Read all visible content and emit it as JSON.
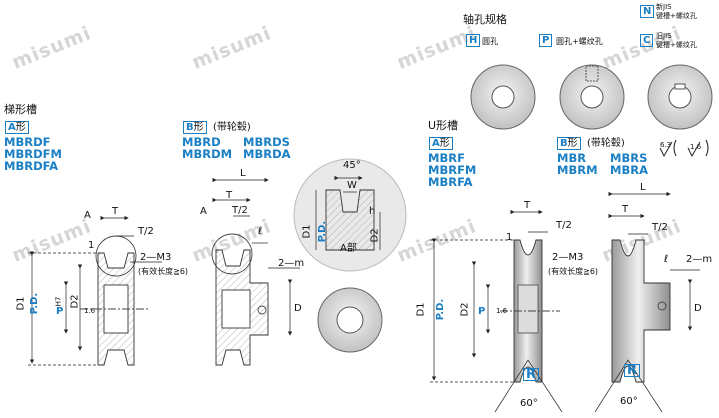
{
  "watermark": "misumi",
  "bore": {
    "title": "轴孔规格",
    "options": [
      {
        "code": "H",
        "label": "圆孔"
      },
      {
        "code": "P",
        "label": "圆孔+螺纹孔"
      }
    ],
    "n": {
      "code": "N",
      "line1": "新JIS",
      "line2": "键槽+螺纹孔"
    },
    "c": {
      "code": "C",
      "line1": "旧JIS",
      "line2": "键槽+螺纹孔"
    }
  },
  "trapezoid": {
    "title": "梯形槽",
    "a_type": {
      "code": "A",
      "suffix": "形",
      "models": [
        "MBRDF",
        "MBRDFM",
        "MBRDFA"
      ]
    },
    "b_type": {
      "code": "B",
      "suffix": "形",
      "note": "(带轮毂)",
      "models_left": [
        "MBRD",
        "MBRDM"
      ],
      "models_right": [
        "MBRDS",
        "MBRDA"
      ]
    }
  },
  "u_groove": {
    "title": "U形槽",
    "a_type": {
      "code": "A",
      "suffix": "形",
      "models": [
        "MBRF",
        "MBRFM",
        "MBRFA"
      ]
    },
    "b_type": {
      "code": "B",
      "suffix": "形",
      "note": "(带轮毂)",
      "models_left": [
        "MBR",
        "MBRM"
      ],
      "models_right": [
        "MBRS",
        "MBRA"
      ]
    }
  },
  "roughness": {
    "left": "6.3",
    "right": "1.6"
  },
  "dims": {
    "T": "T",
    "T2": "T/2",
    "L": "L",
    "A": "A",
    "one": "1",
    "M3": "2—M3",
    "m": "2—m",
    "eff": "(有效长度≧6)",
    "D1": "D1",
    "D2": "D2",
    "D": "D",
    "PD": "P.D.",
    "P": "P",
    "H7": "H7",
    "r16": "1.6",
    "ell": "ℓ",
    "W": "W",
    "h": "h",
    "deg45": "45°",
    "deg60": "60°",
    "R": "R",
    "apart": "A部"
  }
}
